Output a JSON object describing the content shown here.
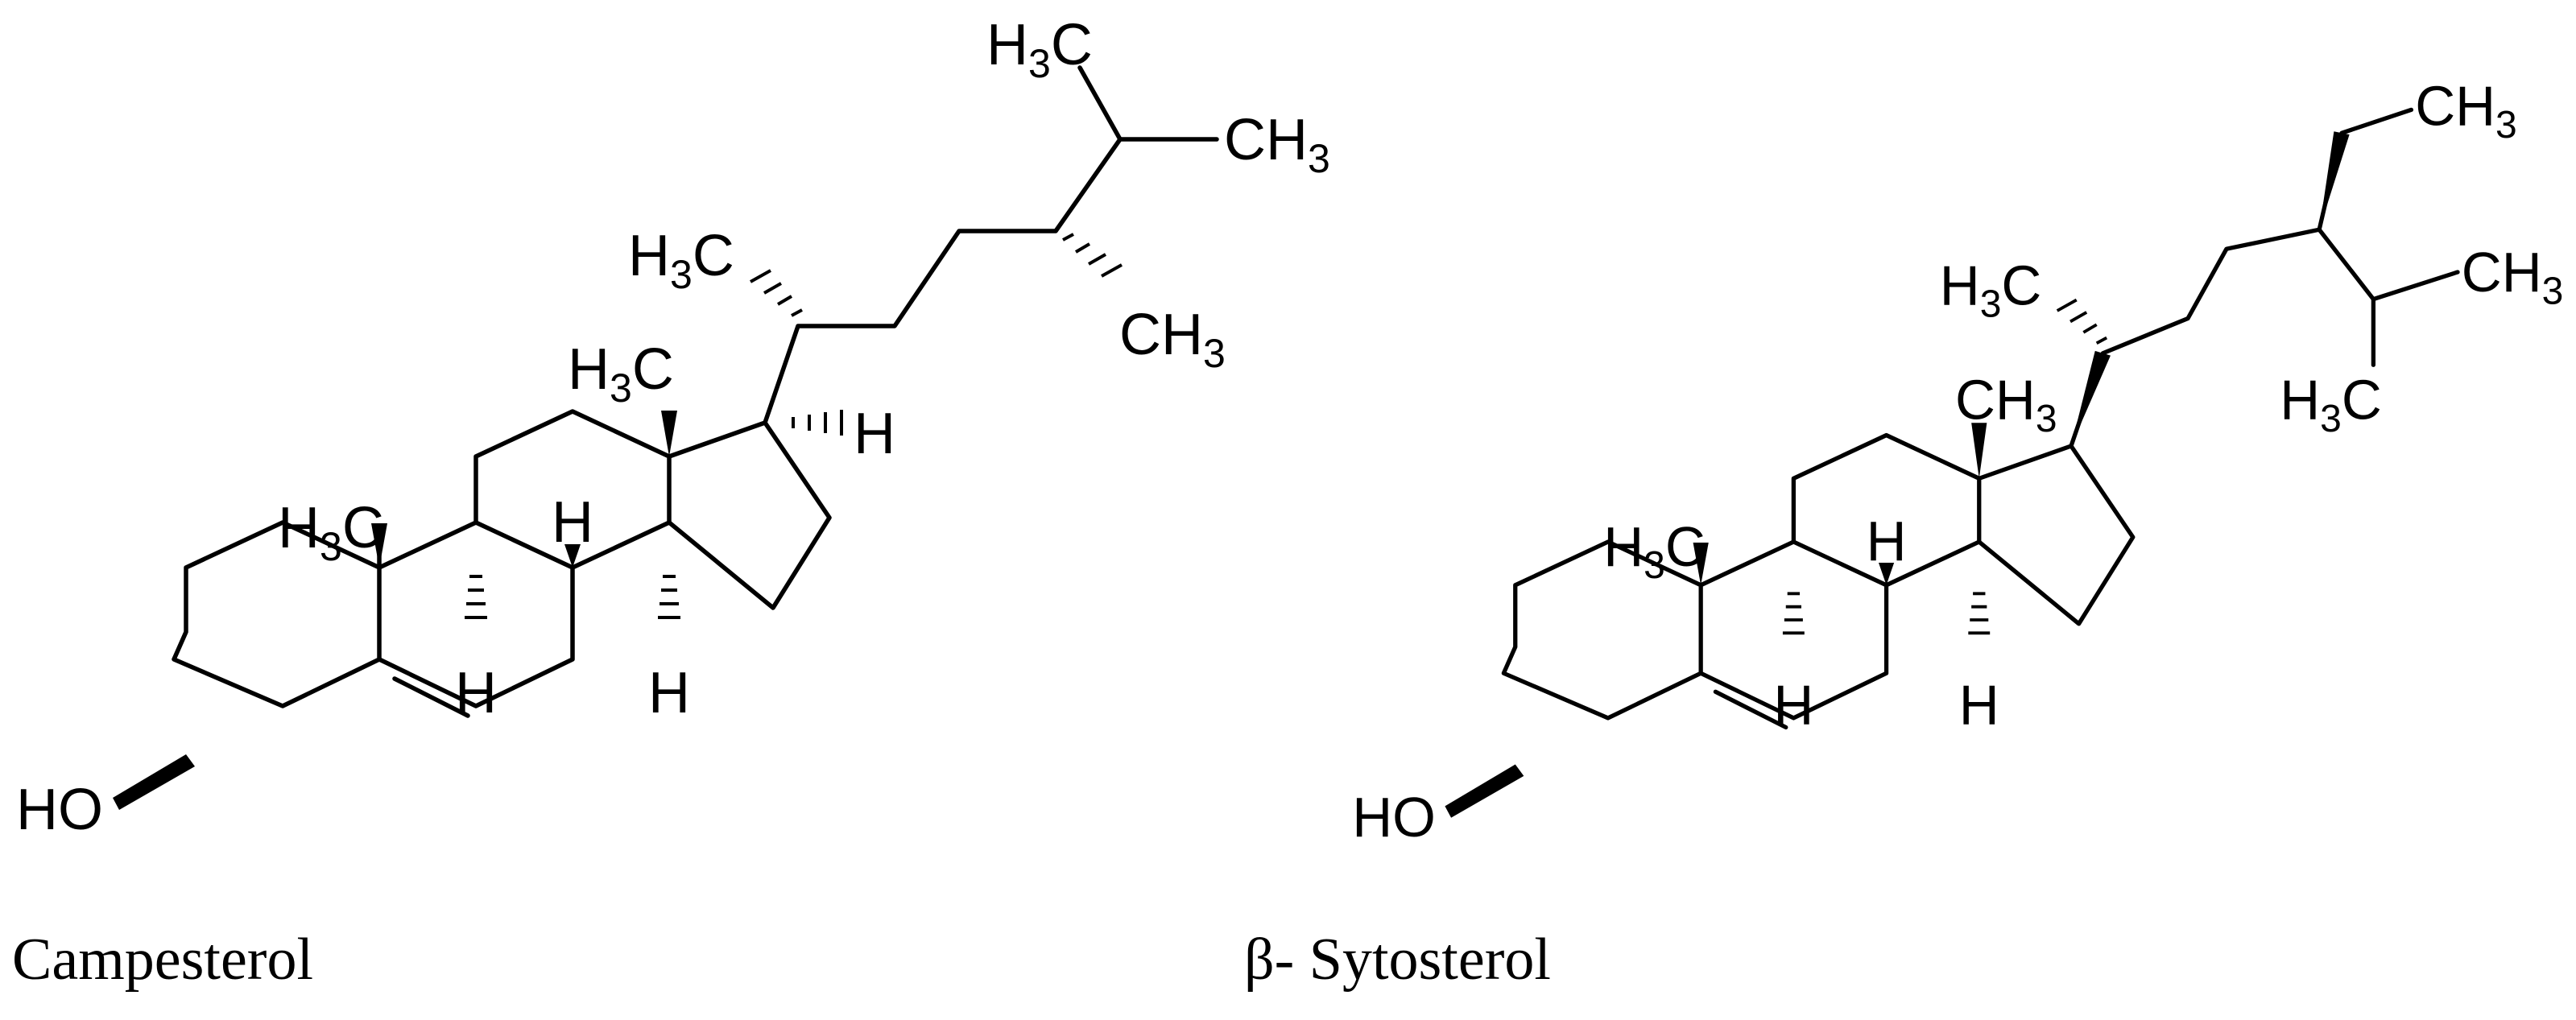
{
  "figure": {
    "captions": {
      "left": "Campesterol",
      "right": "β- Sytosterol"
    }
  },
  "molecules": [
    {
      "name": "Campesterol",
      "labels": {
        "hydroxyl": "HO",
        "h_c": "H",
        "c_sub": "3",
        "c_ch": "C",
        "ch3_c": "CH",
        "ch3_sub": "3",
        "hydrogen": "H"
      }
    },
    {
      "name": "β- Sytosterol",
      "labels": {
        "hydroxyl": "HO",
        "h_c": "H",
        "c_sub": "3",
        "c_ch": "C",
        "ch3_c": "CH",
        "ch3_sub": "3",
        "hydrogen": "H"
      }
    }
  ]
}
